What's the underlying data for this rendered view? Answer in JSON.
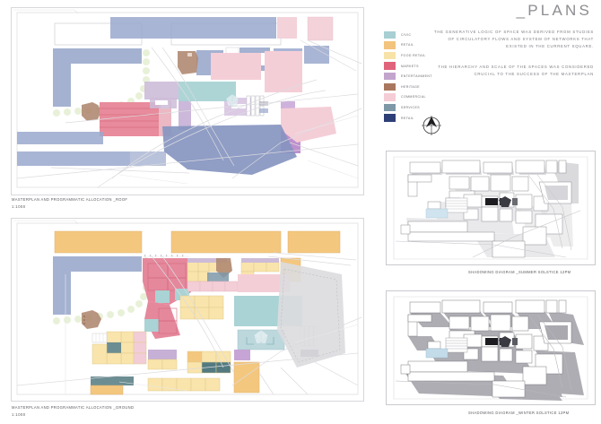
{
  "header": {
    "title": "_PLANS"
  },
  "legend": {
    "items": [
      {
        "label": "Civic",
        "color": "#a8cfd3"
      },
      {
        "label": "Retail",
        "color": "#f2c47e"
      },
      {
        "label": "Food Retail",
        "color": "#f7e3a8"
      },
      {
        "label": "Markets",
        "color": "#e0637c"
      },
      {
        "label": "Entertainment",
        "color": "#c3a4cd"
      },
      {
        "label": "Heritage",
        "color": "#a9775e"
      },
      {
        "label": "Commercial",
        "color": "#f4cdd6"
      },
      {
        "label": "Services",
        "color": "#7e98a8"
      },
      {
        "label": "Retail",
        "color": "#2e3f77"
      }
    ]
  },
  "text": {
    "paragraph_1": "The generative logic of space was derived from studies of circulatory flows and system of networks that existed in the current square.",
    "paragraph_2": "The hierarchy and scale of the spaces was considered crucial to the success of the masterplan"
  },
  "plans": {
    "roof": {
      "caption": "Masterplan and programmatic allocation _ROOF",
      "scale": "1:1000"
    },
    "ground": {
      "caption": "Masterplan and programmatic allocation _GROUND",
      "scale": "1:1000"
    }
  },
  "diagrams": {
    "summer": {
      "caption": "Shadowing diagram _SUMMER SOLSTICE 12PM"
    },
    "winter": {
      "caption": "Shadowing diagram _WINTER SOLSTICE 12PM"
    }
  },
  "icons": {
    "north_arrow": "north-arrow-icon"
  },
  "colors": {
    "paper": "#ffffff",
    "ink": "#6a6a70",
    "road_line": "#d0d0d6",
    "plot_outline": "#d8d8dc",
    "shadow_fill": "#b9b9be",
    "building_grey": "#ededf0",
    "civic": "#a8cfd3",
    "retail": "#f2c47e",
    "food_retail": "#f7e3a8",
    "markets": "#e0637c",
    "entertainment": "#c3a4cd",
    "heritage": "#a9775e",
    "commercial": "#f4cdd6",
    "services": "#7e98a8",
    "retail_dark": "#2e3f77"
  }
}
